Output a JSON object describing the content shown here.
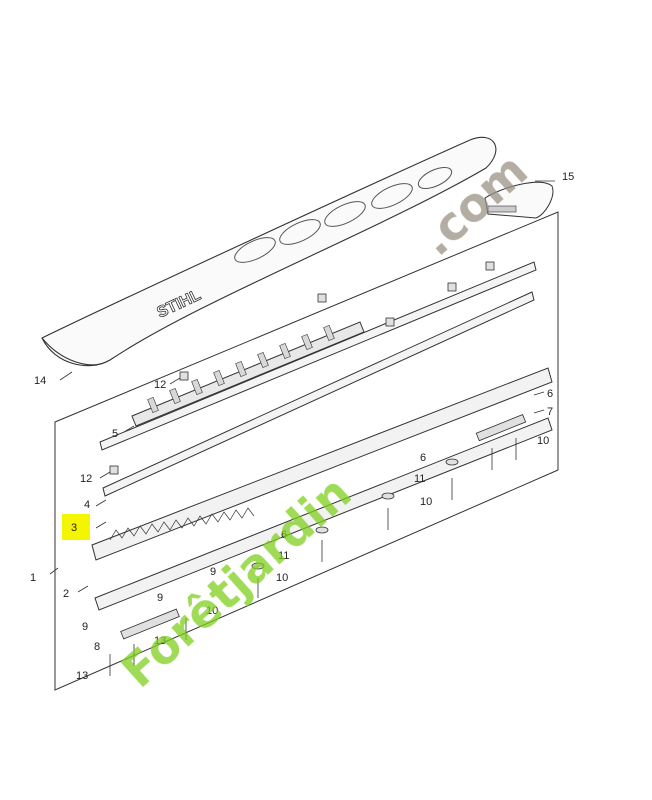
{
  "diagram": {
    "brand_text": "STIHL",
    "highlight_color": "#f5f500",
    "highlighted_part": "3",
    "labels": {
      "p1": "1",
      "p2": "2",
      "p3": "3",
      "p4": "4",
      "p5": "5",
      "p6a": "6",
      "p6b": "6",
      "p6c": "6",
      "p7": "7",
      "p8": "8",
      "p9a": "9",
      "p9b": "9",
      "p9c": "9",
      "p10a": "10",
      "p10b": "10",
      "p10c": "10",
      "p10d": "10",
      "p11a": "11",
      "p11b": "11",
      "p12a": "12",
      "p12b": "12",
      "p13a": "13",
      "p13b": "13",
      "p14": "14",
      "p15": "15"
    }
  },
  "watermark": {
    "text_part1": "Forêtjardin",
    "text_part2": ".com",
    "green": "#7fcf1e",
    "orange": "#f08a1a",
    "gray": "#9a9284"
  }
}
